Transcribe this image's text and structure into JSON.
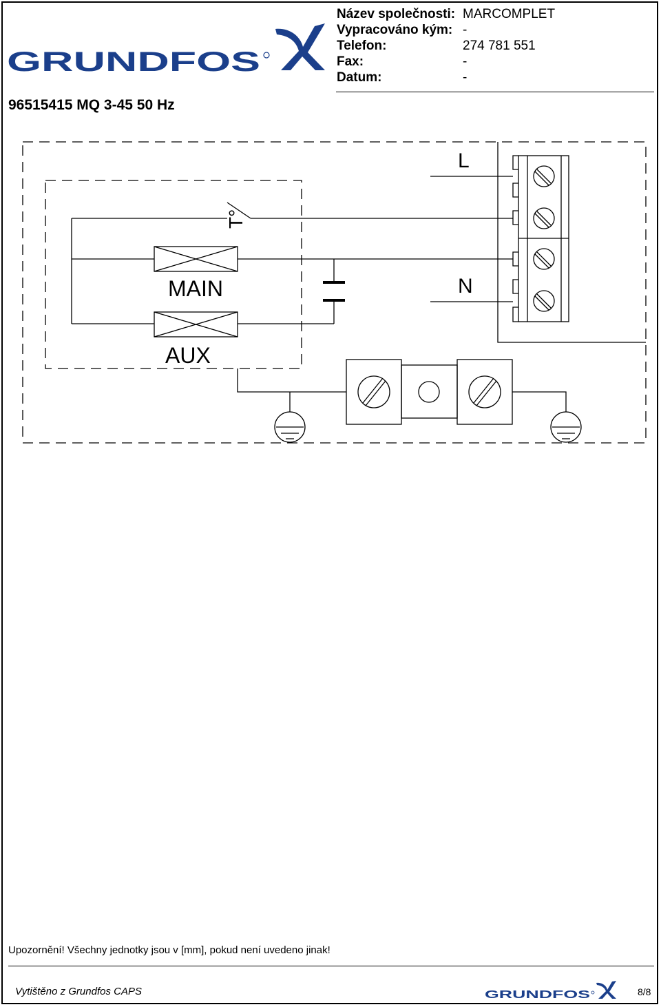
{
  "brand": {
    "name": "GRUNDFOS",
    "color": "#1b3f8b"
  },
  "header": {
    "fields": [
      {
        "label": "Název společnosti:",
        "value": "MARCOMPLET"
      },
      {
        "label": "Vypracováno kým:",
        "value": "-"
      },
      {
        "label": "Telefon:",
        "value": "274 781 551"
      },
      {
        "label": "Fax:",
        "value": "-"
      },
      {
        "label": "Datum:",
        "value": "-"
      }
    ]
  },
  "product": {
    "title": "96515415 MQ 3-45 50 Hz"
  },
  "diagram": {
    "labels": {
      "line": "L",
      "neutral": "N",
      "main_winding": "MAIN",
      "aux_winding": "AUX",
      "thermal_switch": "T°"
    }
  },
  "footer": {
    "warning": "Upozornění! Všechny jednotky jsou v [mm], pokud není uvedeno jinak!",
    "printed_from": "Vytištěno z Grundfos CAPS",
    "page": "8/8"
  }
}
